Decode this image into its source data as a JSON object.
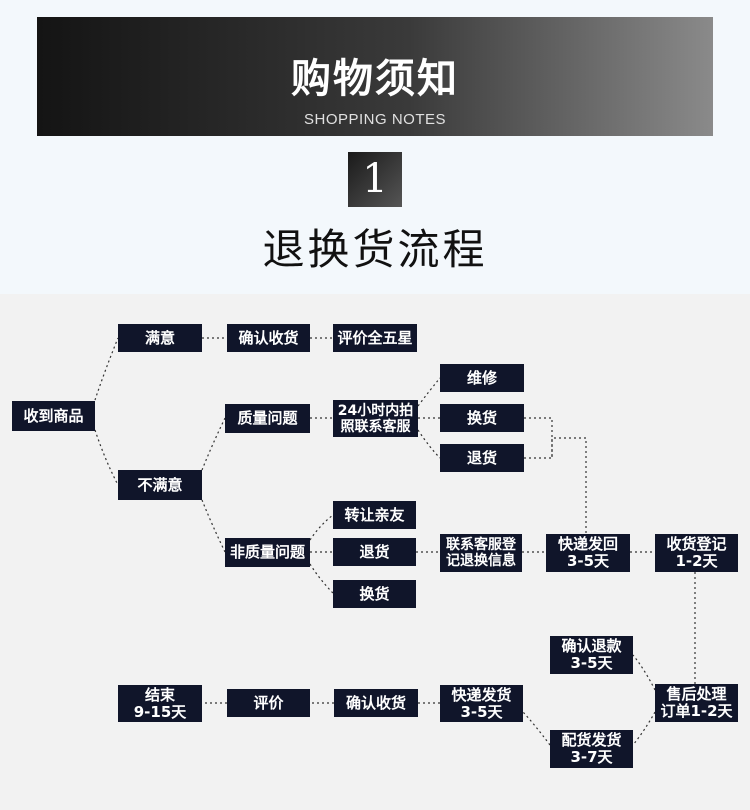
{
  "banner": {
    "title": "购物须知",
    "subtitle": "SHOPPING NOTES"
  },
  "section": {
    "number": "1",
    "title": "退换货流程"
  },
  "flow": {
    "receive": "收到商品",
    "satisfied": "满意",
    "confirm_receipt_top": "确认收货",
    "five_star": "评价全五星",
    "unsatisfied": "不满意",
    "quality_issue": "质量问题",
    "contact_24h": "24小时内拍\n照联系客服",
    "repair": "维修",
    "exchange_quality": "换货",
    "return_quality": "退货",
    "non_quality_issue": "非质量问题",
    "transfer": "转让亲友",
    "return_non_quality": "退货",
    "exchange_non_quality": "换货",
    "register_info": "联系客服登\n记退换信息",
    "ship_back": "快递发回\n3-5天",
    "receive_register": "收货登记\n1-2天",
    "aftersale": "售后处理\n订单1-2天",
    "refund": "确认退款\n3-5天",
    "prepare_ship": "配货发货\n3-7天",
    "express_ship": "快递发货\n3-5天",
    "confirm_receipt_bottom": "确认收货",
    "review": "评价",
    "end": "结束\n9-15天"
  },
  "colors": {
    "box": "#10152a",
    "box_text": "#ffffff",
    "panel": "#f2f2f2",
    "page": "#f3f8fc",
    "connector": "#333333"
  }
}
